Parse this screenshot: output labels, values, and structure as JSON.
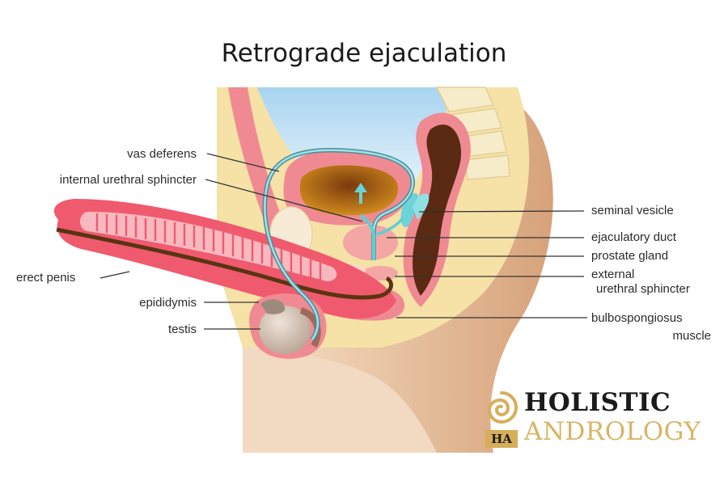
{
  "title": "Retrograde ejaculation",
  "labels": {
    "vas_deferens": "vas deferens",
    "internal_sphincter": "internal urethral sphincter",
    "erect_penis": "erect penis",
    "epididymis": "epididymis",
    "testis": "testis",
    "seminal_vesicle": "seminal vesicle",
    "ejaculatory_duct": "ejaculatory duct",
    "prostate_gland": "prostate gland",
    "external_sphincter_1": "external",
    "external_sphincter_2": "urethral sphincter",
    "bulbospongiosus_1": "bulbospongiosus",
    "bulbospongiosus_2": "muscle"
  },
  "logo": {
    "line1": "HOLISTIC",
    "line2": "ANDROLOGY",
    "badge": "HA"
  },
  "colors": {
    "skin": "#f6e1a7",
    "tissue_pink": "#f08a92",
    "bladder_fill": "#c9e6f6",
    "duct": "#6cc9cf",
    "rectum": "#5a2a12",
    "logo_gold": "#d6ae5a"
  }
}
